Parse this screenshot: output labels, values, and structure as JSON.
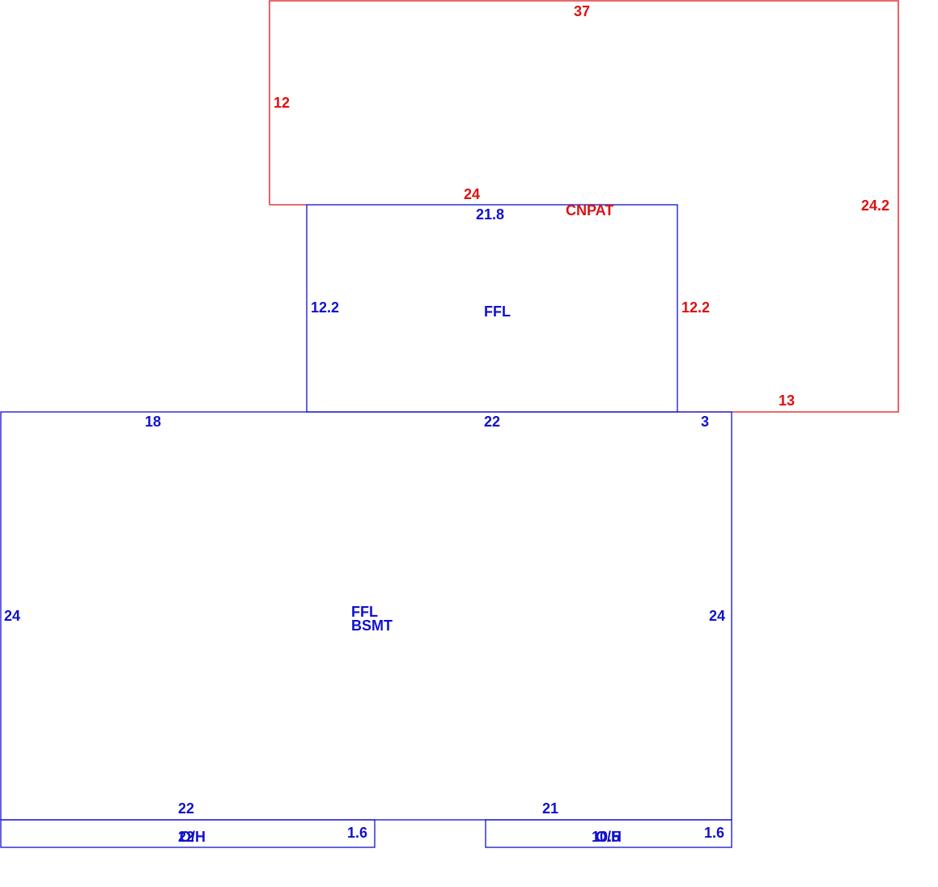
{
  "colors": {
    "carport_patio": "#dd1111",
    "living_area": "#1111cc",
    "background": "#ffffff"
  },
  "carport_patio": {
    "name": "CNPAT",
    "dims": {
      "top": "37",
      "left": "12",
      "inner_top": "24",
      "right": "24.2",
      "inner_right": "12.2",
      "bottom": "13"
    }
  },
  "upper_section": {
    "name": "FFL",
    "dims": {
      "top": "21.8",
      "left": "12.2"
    }
  },
  "main_section": {
    "name_line1": "FFL",
    "name_line2": "BSMT",
    "dims": {
      "top_left": "18",
      "top_mid": "22",
      "top_right": "3",
      "left": "24",
      "right": "24",
      "bottom_left": "22",
      "bottom_right": "21"
    }
  },
  "overhang_left": {
    "name": "O/H",
    "dim_length": "22",
    "dim_depth": "1.6"
  },
  "overhang_right": {
    "name": "O/H",
    "dim_length": "10.5",
    "dim_depth": "1.6"
  }
}
